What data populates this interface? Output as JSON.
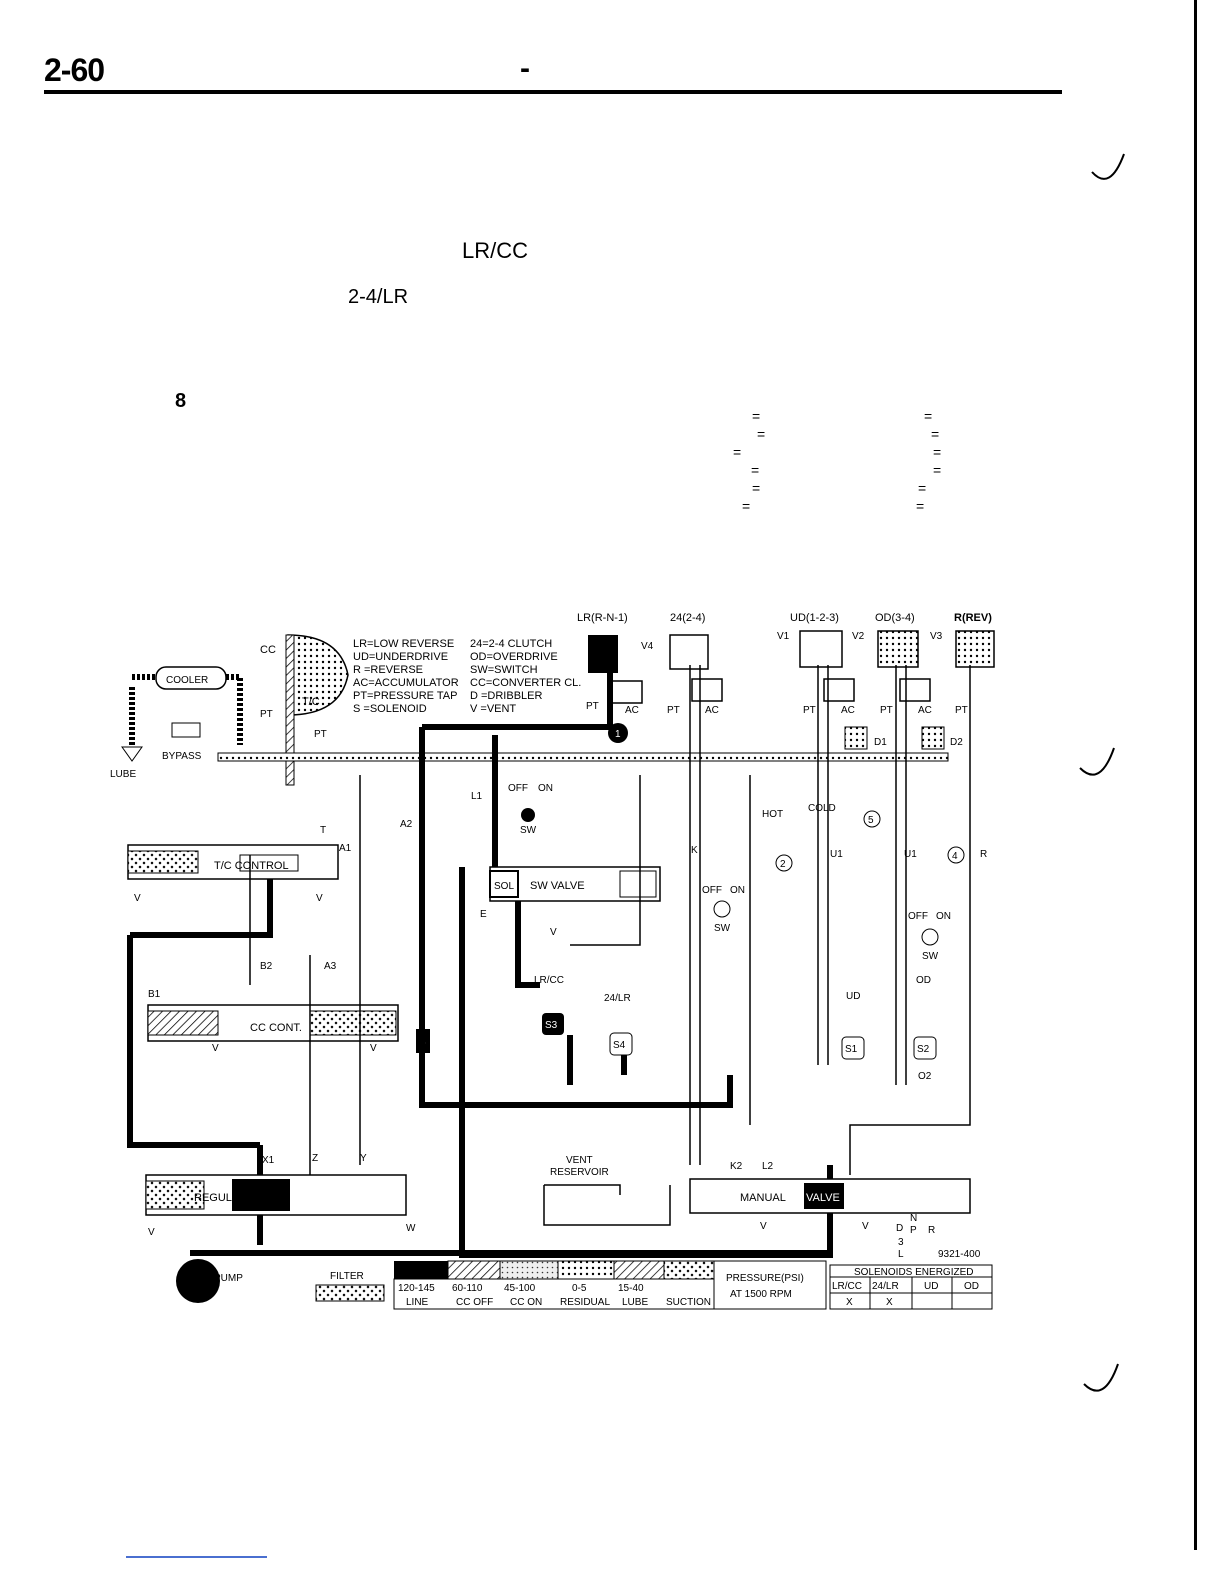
{
  "header": {
    "page_number": "2-60",
    "dash": "-"
  },
  "fragments": {
    "lrcc": "LR/CC",
    "lr24": "2-4/LR",
    "eight": "8"
  },
  "equals_marks": [
    "=",
    "=",
    "=",
    "=",
    "=",
    "=",
    "=",
    "=",
    "=",
    "=",
    "=",
    "="
  ],
  "diagram": {
    "figure_id": "9321-400",
    "top_labels": {
      "lr": "LR(R-N-1)",
      "c24": "24(2-4)",
      "ud": "UD(1-2-3)",
      "od": "OD(3-4)",
      "rev": "R(REV)"
    },
    "legend": [
      "LR=LOW REVERSE",
      "UD=UNDERDRIVE",
      "R =REVERSE",
      "AC=ACCUMULATOR",
      "PT=PRESSURE TAP",
      "S =SOLENOID",
      "24=2-4 CLUTCH",
      "OD=OVERDRIVE",
      "SW=SWITCH",
      "CC=CONVERTER CL.",
      "D =DRIBBLER",
      "V =VENT"
    ],
    "labels": {
      "cc": "CC",
      "tc": "T/C",
      "pt": "PT",
      "cooler": "COOLER",
      "bypass": "BYPASS",
      "lube": "LUBE",
      "tc_control": "T/C CONTROL",
      "cc_cont": "CC CONT.",
      "regulator": "REGULATOR",
      "pump": "PUMP",
      "filter": "FILTER",
      "sol": "SOL",
      "sw_valve": "SW VALVE",
      "manual": "MANUAL",
      "valve": "VALVE",
      "vent_reservoir_1": "VENT",
      "vent_reservoir_2": "RESERVOIR",
      "off": "OFF",
      "on": "ON",
      "sw": "SW",
      "hot": "HOT",
      "cold": "COLD",
      "lrcc_sol": "LR/CC",
      "lr24_sol": "24/LR",
      "ud_sol": "UD",
      "od_sol": "OD",
      "a1": "A1",
      "a2": "A2",
      "a3": "A3",
      "b1": "B1",
      "b2": "B2",
      "e": "E",
      "k": "K",
      "k2": "K2",
      "l1": "L1",
      "l2": "L2",
      "u1": "U1",
      "x1": "X1",
      "y": "Y",
      "z": "Z",
      "w": "W",
      "r": "R",
      "d1": "D1",
      "d2": "D2",
      "o2": "O2",
      "v": "V",
      "ac": "AC",
      "v1": "V1",
      "v2": "V2",
      "v3": "V3",
      "v4": "V4",
      "s1": "S1",
      "s2": "S2",
      "s3": "S3",
      "s4": "S4",
      "c1": "1",
      "c2": "2",
      "c3": "3",
      "c4": "4",
      "c5": "5",
      "prnd": [
        "P",
        "R",
        "N",
        "D",
        "3",
        "L"
      ]
    },
    "pressure_table": {
      "ranges": [
        "120-145",
        "60-110",
        "45-100",
        "0-5",
        "15-40",
        ""
      ],
      "names": [
        "LINE",
        "CC OFF",
        "CC ON",
        "RESIDUAL",
        "LUBE",
        "SUCTION"
      ],
      "title_1": "PRESSURE(PSI)",
      "title_2": "AT 1500 RPM"
    },
    "solenoid_table": {
      "title": "SOLENOIDS ENERGIZED",
      "headers": [
        "LR/CC",
        "24/LR",
        "UD",
        "OD"
      ],
      "values": [
        "X",
        "X",
        "",
        ""
      ]
    }
  }
}
